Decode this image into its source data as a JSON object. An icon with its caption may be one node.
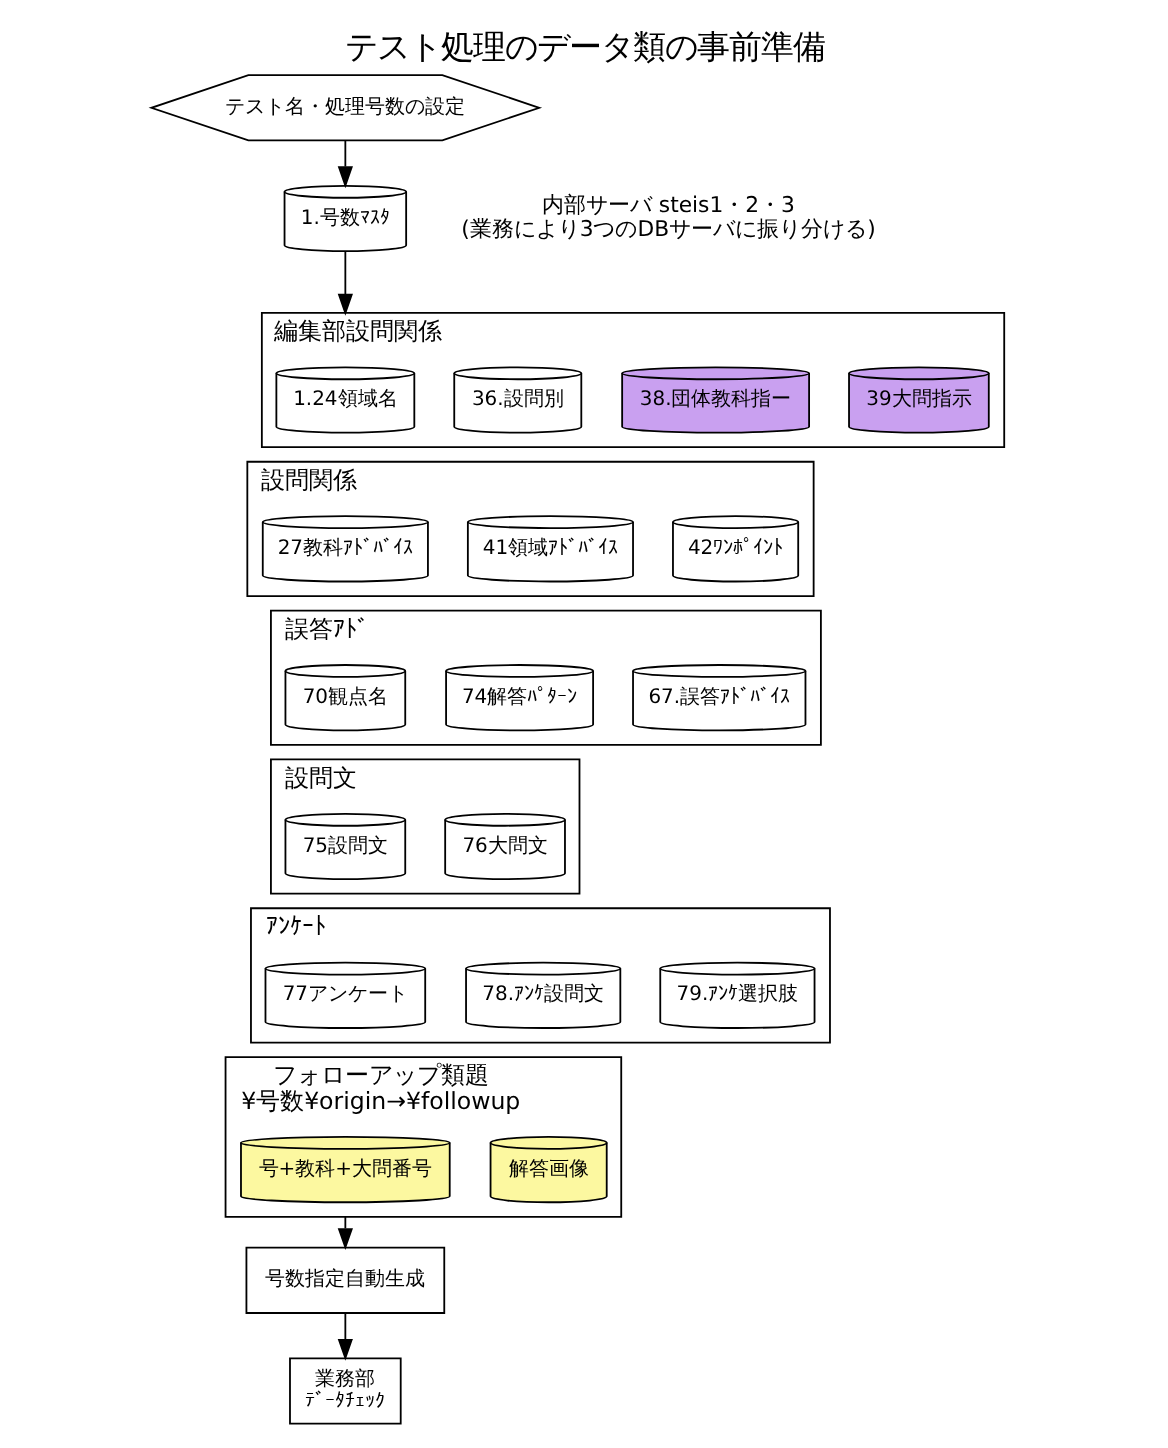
{
  "diagram": {
    "title": "テスト処理のデータ類の事前準備",
    "nodes": [
      {
        "text": [
          "テスト名・処理号数の設定"
        ]
      },
      {
        "text": [
          "1.号数ﾏｽﾀ"
        ]
      },
      {
        "text": [
          "編集部設問関係"
        ]
      },
      {
        "text": [
          "1.24領域名"
        ],
        "in": 2
      },
      {
        "text": [
          "36.設問別"
        ],
        "in": 2
      },
      {
        "text": [
          "38.団体教科指ー"
        ],
        "in": 2
      },
      {
        "text": [
          "39大問指示"
        ],
        "in": 2
      },
      {
        "text": [
          "設問関係"
        ]
      },
      {
        "text": [
          "27教科ｱﾄﾞﾊﾞｲｽ"
        ],
        "in": 7
      },
      {
        "text": [
          "41領域ｱﾄﾞﾊﾞｲｽ"
        ],
        "in": 7
      },
      {
        "text": [
          "42ﾜﾝﾎﾟｲﾝﾄ"
        ],
        "in": 7
      },
      {
        "text": [
          "誤答ｱﾄﾞ"
        ]
      },
      {
        "text": [
          "70観点名"
        ],
        "in": 11
      },
      {
        "text": [
          "74解答ﾊﾟﾀｰﾝ"
        ],
        "in": 11
      },
      {
        "text": [
          "67.誤答ｱﾄﾞﾊﾞｲｽ"
        ],
        "in": 11
      },
      {
        "text": [
          "設問文"
        ]
      },
      {
        "text": [
          "75設問文"
        ],
        "in": 15
      },
      {
        "text": [
          "76大問文"
        ],
        "in": 15
      },
      {
        "text": [
          "ｱﾝｹｰﾄ"
        ]
      },
      {
        "text": [
          "77アンケート"
        ],
        "in": 18
      },
      {
        "text": [
          "78.ｱﾝｹ設問文"
        ],
        "in": 18
      },
      {
        "text": [
          "79.ｱﾝｹ選択肢"
        ],
        "in": 18
      },
      {
        "text": [
          "フォローアップ類題",
          "¥号数¥origin→¥followup"
        ]
      },
      {
        "text": [
          "号+教科+大問番号"
        ],
        "in": 22
      },
      {
        "text": [
          "解答画像"
        ],
        "in": 22
      },
      {
        "text": [
          "号数指定自動生成"
        ]
      },
      {
        "text": [
          "業務部",
          "ﾃﾞｰﾀﾁｪｯｸ"
        ]
      }
    ],
    "edges": [
      {
        "from": 0,
        "to": 1,
        "arrow": "to"
      },
      {
        "from": 1,
        "to": 2,
        "arrow": "to"
      },
      {
        "from": 22,
        "to": 25,
        "arrow": "to"
      },
      {
        "from": 25,
        "to": 26,
        "arrow": "to"
      }
    ],
    "labels": [
      "内部サーバ steis1・2・3",
      "(業務により3つのDBサーバに振り分ける)"
    ]
  }
}
